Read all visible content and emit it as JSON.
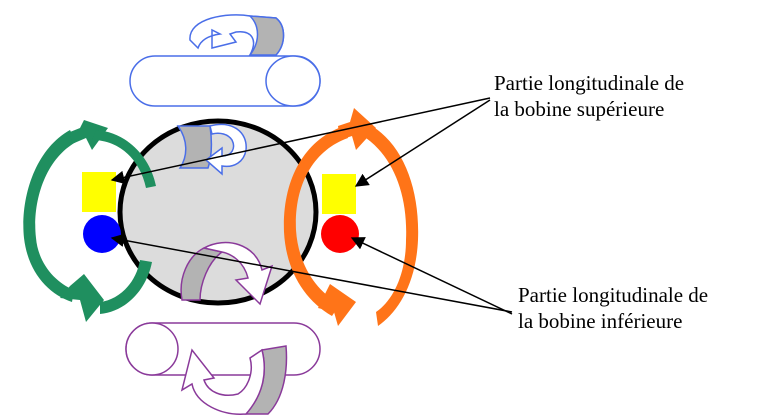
{
  "labels": {
    "upper_coil_line1": "Partie longitudinale de",
    "upper_coil_line2": "la bobine supérieure",
    "lower_coil_line1": "Partie longitudinale de",
    "lower_coil_line2": "la bobine inférieure"
  },
  "colors": {
    "upper_coil_outline": "#4a6ee8",
    "lower_coil_outline": "#8a3a9a",
    "left_coil": "#1f8f5f",
    "right_coil": "#ff7418",
    "square": "#ffff00",
    "left_dot": "#0000ff",
    "right_dot": "#ff0000",
    "core_fill": "#dcdcdc",
    "arrow_fill": "#b3b3b3"
  }
}
